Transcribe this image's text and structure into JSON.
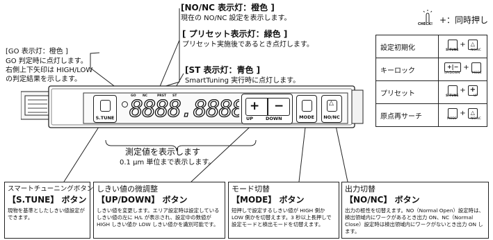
{
  "labels": {
    "nonc": {
      "title": "[NO/NC 表示灯：橙色 ]",
      "desc": "現在の NO/NC 設定を表示します。"
    },
    "preset": {
      "title": "[ プリセット表示灯：緑色 ]",
      "desc": "プリセット実施後であるとき点灯します。"
    },
    "go": {
      "title": "[GO 表示灯：橙色 ]",
      "desc": [
        "GO 判定時に点灯します。",
        "右側上下矢印は HIGH/LOW",
        "の判定結果を示します。"
      ]
    },
    "st": {
      "title": "[ST 表示灯：青色 ]",
      "desc": "SmartTuning 実行時に点灯します。"
    },
    "measure": {
      "line1": "測定値を表示します",
      "line2": "0.1 μm 単位まで表示します。"
    }
  },
  "device": {
    "indicators": [
      "GO",
      "NC",
      "PRST",
      "ST"
    ],
    "display": "8888.8888",
    "buttons": {
      "stune": "S.TUNE",
      "up": "UP",
      "down": "DOWN",
      "mode": "MODE",
      "nonc": "NO/NC"
    }
  },
  "callouts": [
    {
      "title": "スマートチューニングボタン",
      "button": "【S.TUNE】 ボタン",
      "desc": "現物を基準としたしきい値設定ができます。"
    },
    {
      "title": "しきい値の微調整",
      "button": "【UP/DOWN】 ボタン",
      "desc": "しきい値を変更します。エリア設定時は設定しているしきい値の左に H/L が表示され、設定中の数値が HIGH しきい値か LOW しきい値かを識別可能です。"
    },
    {
      "title": "モード切替",
      "button": "【MODE】 ボタン",
      "desc": "短押しで設定するしきい値が HIGH 側か LOW 側かを切替えます。3 秒以上長押しで設定モードと検出モードを切替えます。"
    },
    {
      "title": "出力切替",
      "button": "【NO/NC】 ボタン",
      "desc": "出力の極性を切替えます。NO（Normal Open）設定時は、検出領域内にワークがあるとき出力 ON、NC（Normal Close）設定時は検出領域内にワークがないとき出力 ON します。"
    }
  ],
  "legend": {
    "check": "CHECK!",
    "text": "+：同時押し"
  },
  "ops_table": [
    {
      "label": "設定初期化",
      "keys": [
        "S.TUNE",
        "NO/NC"
      ]
    },
    {
      "label": "キーロック",
      "keys": [
        "UP/DOWN",
        "MODE"
      ]
    },
    {
      "label": "プリセット",
      "keys": [
        "S.TUNE",
        "UP"
      ]
    },
    {
      "label": "原点再サーチ",
      "keys": [
        "MODE",
        "NO/NC"
      ]
    }
  ]
}
